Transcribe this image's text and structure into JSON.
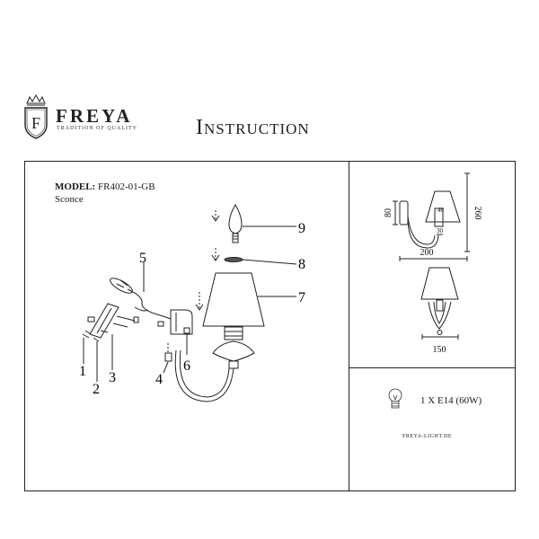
{
  "brand": {
    "name": "FREYA",
    "tagline": "TRADITION OF QUALITY",
    "monogram": "F"
  },
  "title": "Instruction",
  "product": {
    "model_label": "MODEL:",
    "model_value": "FR402-01-GB",
    "type": "Sconce"
  },
  "callouts": [
    "1",
    "2",
    "3",
    "4",
    "5",
    "6",
    "7",
    "8",
    "9"
  ],
  "dimensions": {
    "side_height": "80",
    "side_width": "200",
    "total_height": "260",
    "shade_top": "40",
    "shade_bottom": "30",
    "front_width": "150"
  },
  "bulb": {
    "text": "1 X E14 (60W)"
  },
  "footer": {
    "site": "FREYA-LIGHT.DE"
  },
  "icons": [
    "crown-icon",
    "monogram-shield-icon",
    "bulb-icon"
  ]
}
